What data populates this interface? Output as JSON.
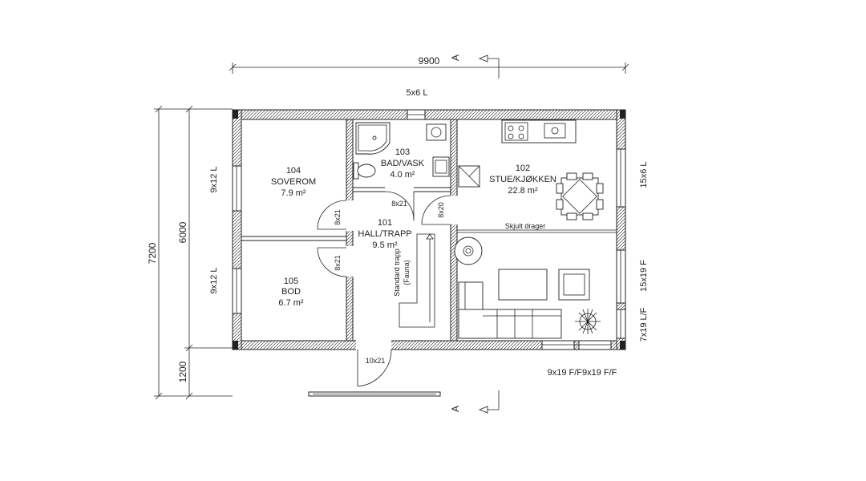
{
  "dimensions": {
    "total_width": "9900",
    "total_height": "7200",
    "main_depth": "6000",
    "porch_depth": "1200"
  },
  "section_marks": {
    "top": "A",
    "bottom": "A"
  },
  "windows": {
    "top": "5x6 L",
    "left_upper": "9x12 L",
    "left_lower": "9x12 L",
    "right_upper": "15x6 L",
    "right_middle": "15x19 F",
    "right_lower": "7x19 L/F",
    "bottom": "9x19 F/F9x19 F/F"
  },
  "doors": {
    "bath": "8x21",
    "kitchen": "8x20",
    "bedroom": "8x21",
    "storage": "8x21",
    "entrance": "10x21"
  },
  "rooms": [
    {
      "number": "104",
      "name": "SOVEROM",
      "area": "7.9 m²"
    },
    {
      "number": "103",
      "name": "BAD/VASK",
      "area": "4.0 m²"
    },
    {
      "number": "102",
      "name": "STUE/KJØKKEN",
      "area": "22.8 m²"
    },
    {
      "number": "101",
      "name": "HALL/TRAPP",
      "area": "9.5 m²"
    },
    {
      "number": "105",
      "name": "BOD",
      "area": "6.7 m²"
    }
  ],
  "labels": {
    "stair_line1": "Standard trapp",
    "stair_line2": "(Fauna)",
    "beam": "Skjult drager"
  }
}
